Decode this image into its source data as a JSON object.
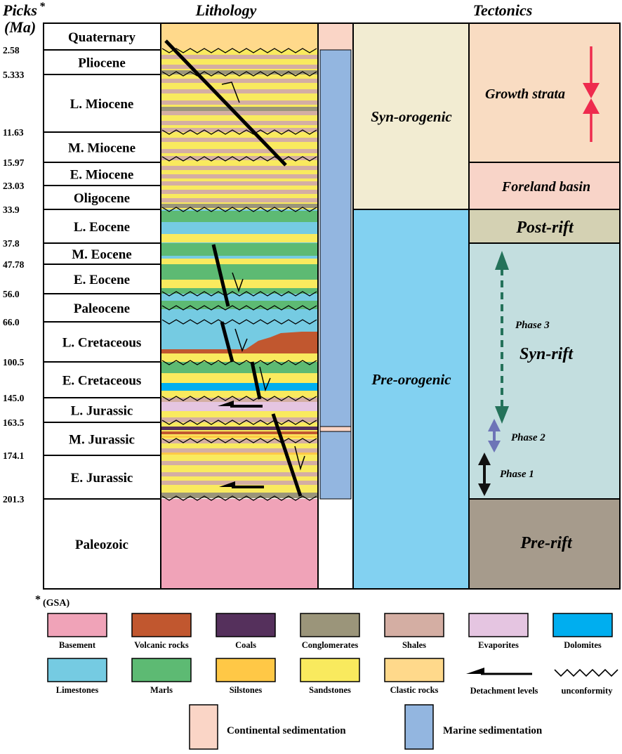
{
  "headers": {
    "picks": "Picks",
    "picks_star": "*",
    "ma": "(Ma)",
    "lithology": "Lithology",
    "tectonics": "Tectonics"
  },
  "picks": [
    "2.58",
    "5.333",
    "11.63",
    "15.97",
    "23.03",
    "33.9",
    "37.8",
    "47.78",
    "56.0",
    "66.0",
    "100.5",
    "145.0",
    "163.5",
    "174.1",
    "201.3"
  ],
  "ages": [
    "Quaternary",
    "Pliocene",
    "L. Miocene",
    "M. Miocene",
    "E. Miocene",
    "Oligocene",
    "L. Eocene",
    "M. Eocene",
    "E. Eocene",
    "Paleocene",
    "L. Cretaceous",
    "E. Cretaceous",
    "L. Jurassic",
    "M. Jurassic",
    "E. Jurassic",
    "Paleozoic"
  ],
  "orogenic": {
    "syn": "Syn-orogenic",
    "pre": "Pre-orogenic"
  },
  "tectonics": {
    "growth": "Growth strata",
    "foreland": "Foreland basin",
    "postrift": "Post-rift",
    "synrift": "Syn-rift",
    "prerift": "Pre-rift",
    "phase3": "Phase 3",
    "phase2": "Phase 2",
    "phase1": "Phase 1"
  },
  "footnote": {
    "star": "*",
    "text": "(GSA)"
  },
  "legend": [
    {
      "label": "Basement",
      "color": "#F0A3B8"
    },
    {
      "label": "Volcanic rocks",
      "color": "#C1572F"
    },
    {
      "label": "Coals",
      "color": "#55305C"
    },
    {
      "label": "Conglomerates",
      "color": "#9B957A"
    },
    {
      "label": "Shales",
      "color": "#D4AEA3"
    },
    {
      "label": "Evaporites",
      "color": "#E5C5E1"
    },
    {
      "label": "Dolomites",
      "color": "#00AEEF"
    },
    {
      "label": "Limestones",
      "color": "#75CBE2"
    },
    {
      "label": "Marls",
      "color": "#5DBA73"
    },
    {
      "label": "Silstones",
      "color": "#FFC846"
    },
    {
      "label": "Sandstones",
      "color": "#F9EA5E"
    },
    {
      "label": "Clastic rocks",
      "color": "#FFD98B"
    }
  ],
  "legend_symbols": {
    "detachment": "Detachment levels",
    "unconformity": "unconformity"
  },
  "sedimentation": {
    "continental": {
      "label": "Continental sedimentation",
      "color": "#FAD5C6"
    },
    "marine": {
      "label": "Marine sedimentation",
      "color": "#93B6E0"
    }
  },
  "colors": {
    "syn_orogenic": "#F2ECD2",
    "pre_orogenic": "#82D1F1",
    "growth_strata": "#F9DCC2",
    "foreland": "#F8D4C8",
    "post_rift": "#D4D1B3",
    "syn_rift": "#C3DEDF",
    "pre_rift": "#A69B8C",
    "growth_arrow": "#EE2B4E",
    "phase3_arrow": "#24725A",
    "phase2_arrow": "#6D74B7",
    "phase1_arrow": "#111111"
  }
}
